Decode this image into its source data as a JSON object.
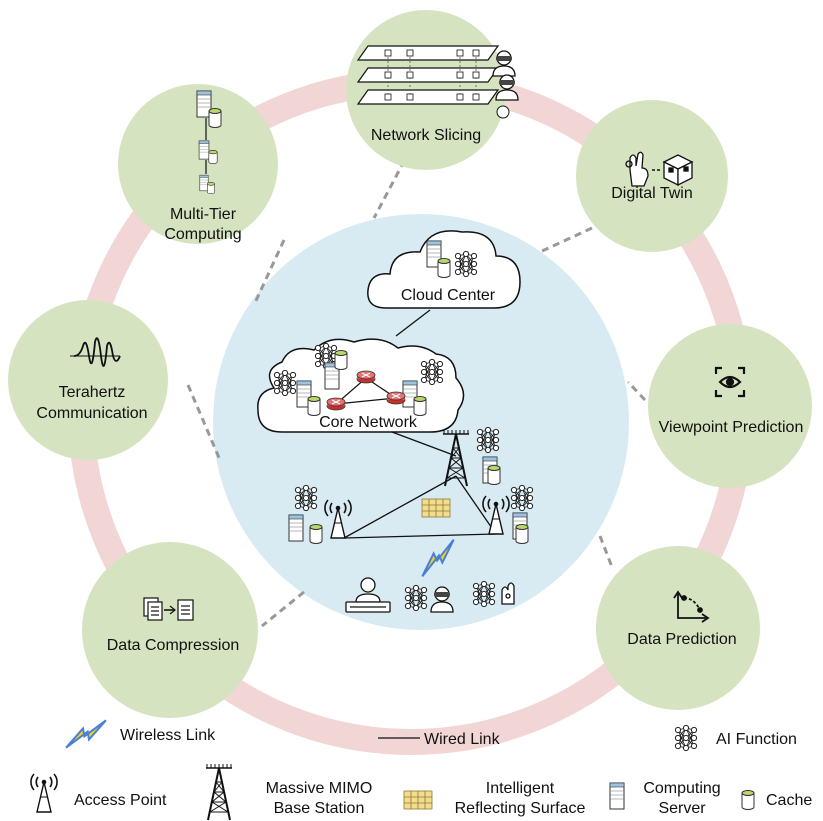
{
  "features": {
    "network_slicing": "Network Slicing",
    "digital_twin": "Digital Twin",
    "viewpoint_prediction": "Viewpoint Prediction",
    "data_prediction": "Data Prediction",
    "data_compression": "Data Compression",
    "terahertz_line1": "Terahertz",
    "terahertz_line2": "Communication",
    "multitier_line1": "Multi-Tier",
    "multitier_line2": "Computing"
  },
  "network": {
    "cloud_center": "Cloud Center",
    "core_network": "Core Network"
  },
  "legend": {
    "wireless_link": "Wireless Link",
    "wired_link": "Wired Link",
    "ai_function": "AI Function",
    "access_point": "Access Point",
    "mimo_line1": "Massive MIMO",
    "mimo_line2": "Base Station",
    "irs_line1": "Intelligent",
    "irs_line2": "Reflecting Surface",
    "server_line1": "Computing",
    "server_line2": "Server",
    "cache": "Cache"
  },
  "colors": {
    "ring": "#f2d6d6",
    "feature_circle": "#d5e3c0",
    "center_circle": "#d8ebf3",
    "dashed_connector": "#999999",
    "cache_green": "#b8d96a",
    "server_blue": "#9cc3e0",
    "irs_yellow": "#f3dc8c",
    "wireless_blue": "#4a7fd6",
    "wireless_yellow": "#f4d21e",
    "router_red": "#d9534f"
  }
}
